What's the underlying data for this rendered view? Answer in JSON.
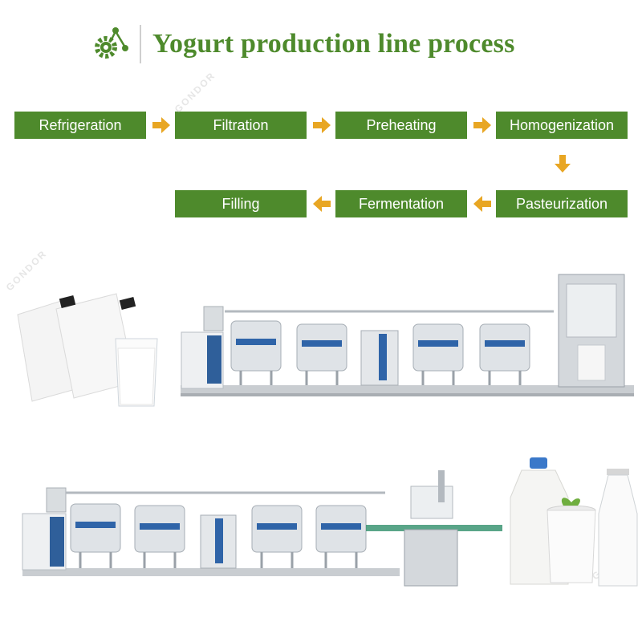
{
  "title": "Yogurt production line process",
  "icons": {
    "logo": "gear-network-logo-icon",
    "arrow": "arrow-icon"
  },
  "colors": {
    "step_fill": "#4e8a2c",
    "title": "#4e8a2c",
    "arrow": "#e8a623"
  },
  "steps": [
    "Refrigeration",
    "Filtration",
    "Preheating",
    "Homogenization",
    "Pasteurization",
    "Fermentation",
    "Filling"
  ],
  "flow": [
    "right",
    "right",
    "right",
    "down",
    "left",
    "left"
  ],
  "images": {
    "top": "Yogurt production line with milk pouches and glass of milk",
    "bottom": "Yogurt production line with filling machine, jug, yogurt jar and milk bottle"
  }
}
